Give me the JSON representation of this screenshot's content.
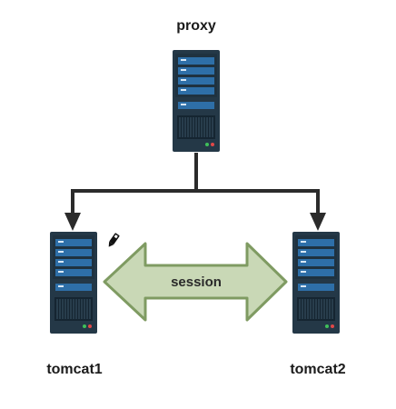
{
  "nodes": {
    "proxy": {
      "label": "proxy"
    },
    "tomcat1": {
      "label": "tomcat1"
    },
    "tomcat2": {
      "label": "tomcat2"
    }
  },
  "link": {
    "label": "session"
  },
  "colors": {
    "server_body": "#243847",
    "server_panel": "#2e6fa8",
    "connector": "#2b2b2b",
    "session_fill": "#c9d8b6",
    "session_stroke": "#7f9b62"
  }
}
